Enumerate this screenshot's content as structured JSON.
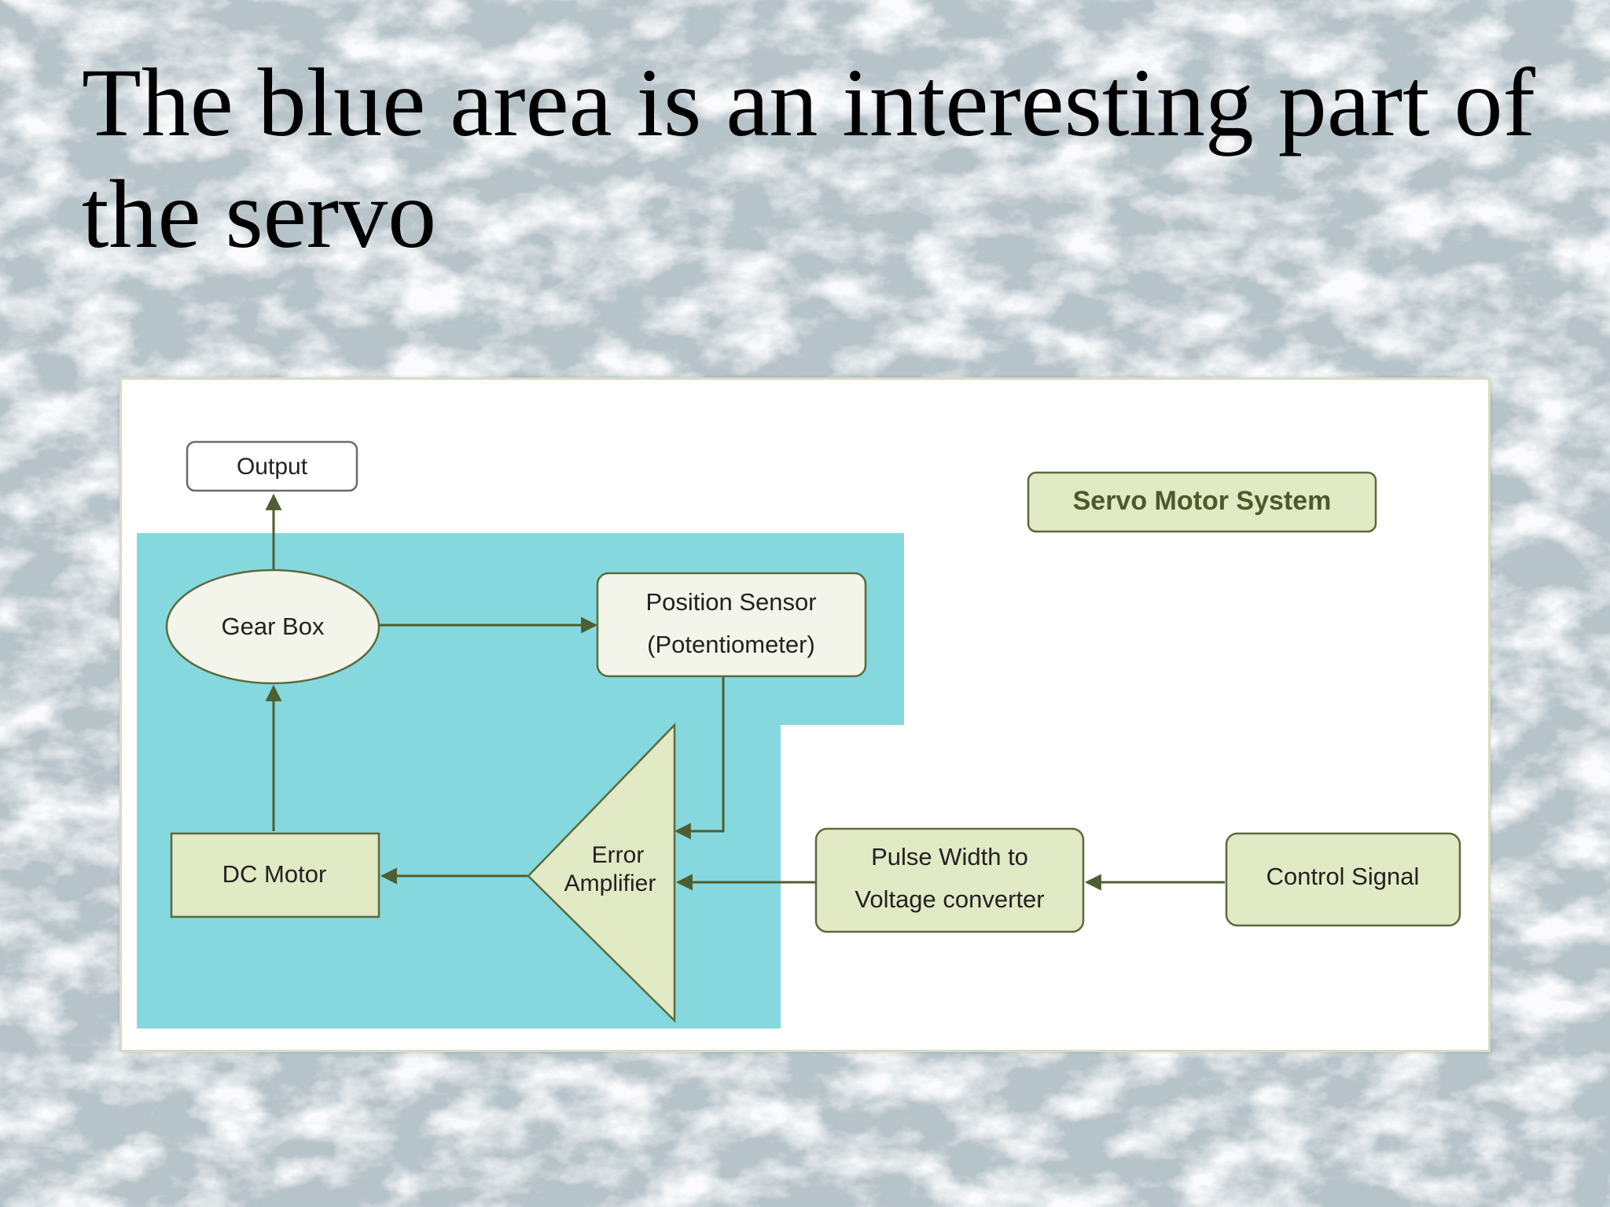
{
  "slide": {
    "title": "The blue area is an interesting part of the servo"
  },
  "diagram": {
    "system_label": "Servo Motor System",
    "nodes": {
      "output": "Output",
      "gear_box": "Gear Box",
      "position_sensor_line1": "Position Sensor",
      "position_sensor_line2": "(Potentiometer)",
      "error_amplifier_line1": "Error",
      "error_amplifier_line2": "Amplifier",
      "dc_motor": "DC Motor",
      "pulse_width_line1": "Pulse Width to",
      "pulse_width_line2": "Voltage converter",
      "control_signal": "Control Signal"
    },
    "colors": {
      "highlight_area": "#86d8df",
      "node_fill": "#e2e9c5",
      "node_stroke": "#5a6b3c",
      "arrow": "#4e5e30",
      "system_label_text": "#4a5a2a"
    }
  }
}
